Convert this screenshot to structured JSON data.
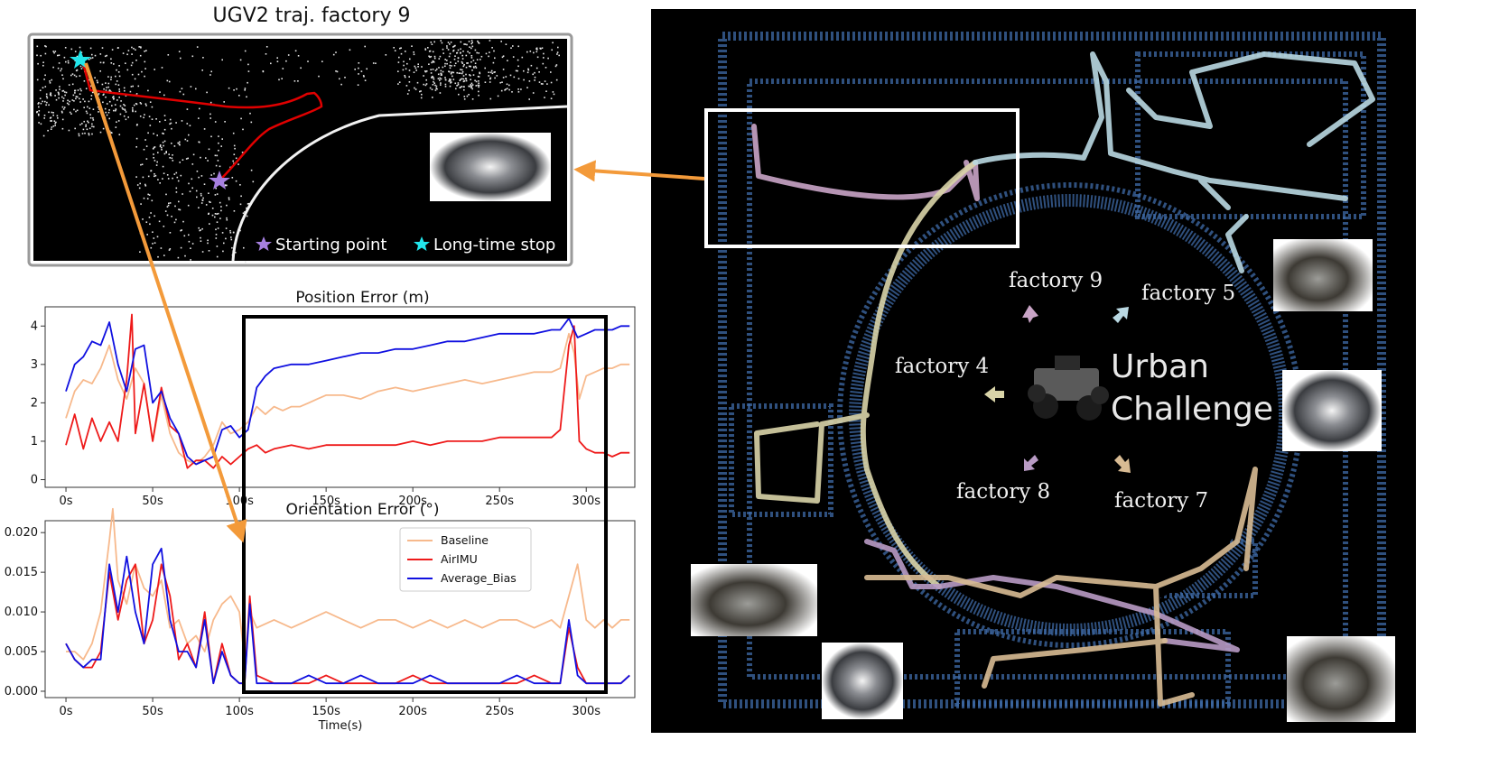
{
  "inset": {
    "title": "UGV2 traj. factory 9",
    "legend": [
      {
        "label": "Starting point",
        "color": "#a67fe0"
      },
      {
        "label": "Long-time stop",
        "color": "#22e6ec"
      }
    ],
    "trajectory_color": "#e00000"
  },
  "map": {
    "labels": [
      "factory 9",
      "factory 5",
      "factory 4",
      "factory 8",
      "factory 7"
    ],
    "center_label": [
      "Urban",
      "Challenge"
    ],
    "colors": {
      "background": "#000000",
      "walls": "#3f6ba8",
      "factory9": "#c9a4c6",
      "factory5": "#b9d8e2",
      "factory4": "#d9d4a8",
      "factory8": "#b89ac4",
      "factory7": "#d8bb93",
      "highlight_box": "#ffffff"
    }
  },
  "arrows_color": "#f39a3a",
  "chart_data": [
    {
      "type": "line",
      "title": "Position Error (m)",
      "xlabel": "",
      "ylabel": "",
      "xlim": [
        -12,
        328
      ],
      "ylim": [
        -0.2,
        4.5
      ],
      "xticks": [
        0,
        50,
        100,
        150,
        200,
        250,
        300
      ],
      "xtick_labels": [
        "0s",
        "50s",
        "100s",
        "150s",
        "200s",
        "250s",
        "300s"
      ],
      "yticks": [
        0,
        1,
        2,
        3,
        4
      ],
      "ytick_labels": [
        "0",
        "1",
        "2",
        "3",
        "4"
      ],
      "highlight_x": [
        103,
        325
      ],
      "series": [
        {
          "name": "Baseline",
          "color": "#f7b98c",
          "x": [
            0,
            5,
            10,
            15,
            20,
            25,
            30,
            35,
            40,
            45,
            50,
            55,
            60,
            65,
            70,
            75,
            80,
            85,
            90,
            95,
            100,
            105,
            110,
            115,
            120,
            125,
            130,
            135,
            140,
            145,
            150,
            160,
            170,
            180,
            190,
            200,
            210,
            220,
            230,
            240,
            250,
            260,
            270,
            280,
            285,
            290,
            293,
            296,
            300,
            305,
            310,
            315,
            320,
            325
          ],
          "y": [
            1.6,
            2.3,
            2.6,
            2.5,
            2.9,
            3.5,
            2.6,
            2.1,
            2.9,
            2.5,
            1.0,
            2.2,
            1.2,
            0.7,
            0.5,
            0.4,
            0.6,
            0.9,
            1.5,
            1.2,
            1.3,
            1.5,
            1.9,
            1.7,
            1.9,
            1.8,
            1.9,
            1.9,
            2.0,
            2.1,
            2.2,
            2.2,
            2.1,
            2.3,
            2.4,
            2.3,
            2.4,
            2.5,
            2.6,
            2.5,
            2.6,
            2.7,
            2.8,
            2.8,
            2.9,
            3.8,
            3.3,
            2.1,
            2.7,
            2.8,
            2.9,
            2.9,
            3.0,
            3.0
          ]
        },
        {
          "name": "AirIMU",
          "color": "#ee1a1a",
          "x": [
            0,
            5,
            10,
            15,
            20,
            25,
            30,
            35,
            38,
            40,
            45,
            50,
            55,
            60,
            65,
            70,
            75,
            80,
            85,
            90,
            95,
            100,
            105,
            110,
            115,
            120,
            130,
            140,
            150,
            160,
            170,
            180,
            190,
            200,
            210,
            220,
            230,
            240,
            250,
            260,
            270,
            280,
            285,
            290,
            293,
            296,
            300,
            305,
            310,
            315,
            320,
            325
          ],
          "y": [
            0.9,
            1.7,
            0.8,
            1.6,
            1.0,
            1.5,
            1.0,
            2.6,
            4.3,
            1.2,
            2.5,
            1.0,
            2.4,
            1.4,
            1.2,
            0.3,
            0.5,
            0.5,
            0.3,
            0.6,
            0.4,
            0.6,
            0.8,
            0.9,
            0.7,
            0.8,
            0.9,
            0.8,
            0.9,
            0.9,
            0.9,
            0.9,
            0.9,
            1.0,
            0.9,
            1.0,
            1.0,
            1.0,
            1.1,
            1.1,
            1.1,
            1.1,
            1.3,
            3.5,
            4.0,
            1.0,
            0.8,
            0.7,
            0.7,
            0.6,
            0.7,
            0.7
          ]
        },
        {
          "name": "Average_Bias",
          "color": "#1010e0",
          "x": [
            0,
            5,
            10,
            15,
            20,
            25,
            30,
            35,
            40,
            45,
            50,
            55,
            60,
            65,
            70,
            75,
            80,
            85,
            90,
            95,
            100,
            105,
            110,
            115,
            120,
            130,
            140,
            150,
            160,
            170,
            180,
            190,
            200,
            210,
            220,
            230,
            240,
            250,
            260,
            270,
            280,
            285,
            290,
            295,
            300,
            305,
            310,
            315,
            320,
            325
          ],
          "y": [
            2.3,
            3.0,
            3.2,
            3.6,
            3.5,
            4.1,
            3.0,
            2.3,
            3.4,
            3.5,
            2.0,
            2.3,
            1.6,
            1.2,
            0.6,
            0.4,
            0.5,
            0.6,
            1.3,
            1.4,
            1.1,
            1.3,
            2.4,
            2.7,
            2.9,
            3.0,
            3.0,
            3.1,
            3.2,
            3.3,
            3.3,
            3.4,
            3.4,
            3.5,
            3.6,
            3.6,
            3.7,
            3.8,
            3.8,
            3.8,
            3.9,
            3.9,
            4.2,
            3.7,
            3.8,
            3.9,
            3.9,
            3.9,
            4.0,
            4.0
          ]
        }
      ]
    },
    {
      "type": "line",
      "title": "Orientation Error (°)",
      "xlabel": "Time(s)",
      "ylabel": "",
      "xlim": [
        -12,
        328
      ],
      "ylim": [
        -0.0008,
        0.0215
      ],
      "xticks": [
        0,
        50,
        100,
        150,
        200,
        250,
        300
      ],
      "xtick_labels": [
        "0s",
        "50s",
        "100s",
        "150s",
        "200s",
        "250s",
        "300s"
      ],
      "yticks": [
        0,
        0.005,
        0.01,
        0.015,
        0.02
      ],
      "ytick_labels": [
        "0.000",
        "0.005",
        "0.010",
        "0.015",
        "0.020"
      ],
      "legend_position": "upper-right",
      "highlight_x": [
        103,
        325
      ],
      "series": [
        {
          "name": "Baseline",
          "color": "#f7b98c",
          "x": [
            0,
            5,
            10,
            15,
            20,
            25,
            27,
            30,
            35,
            40,
            45,
            50,
            55,
            60,
            65,
            70,
            75,
            80,
            85,
            90,
            95,
            100,
            103,
            106,
            110,
            120,
            130,
            140,
            150,
            160,
            170,
            180,
            190,
            200,
            210,
            220,
            230,
            240,
            250,
            260,
            270,
            280,
            285,
            290,
            295,
            300,
            305,
            310,
            315,
            320,
            325
          ],
          "y": [
            0.005,
            0.005,
            0.004,
            0.006,
            0.01,
            0.019,
            0.023,
            0.014,
            0.011,
            0.016,
            0.013,
            0.012,
            0.014,
            0.008,
            0.009,
            0.006,
            0.007,
            0.005,
            0.009,
            0.011,
            0.012,
            0.01,
            0.004,
            0.01,
            0.008,
            0.009,
            0.008,
            0.009,
            0.01,
            0.009,
            0.008,
            0.009,
            0.009,
            0.008,
            0.009,
            0.008,
            0.009,
            0.008,
            0.009,
            0.009,
            0.008,
            0.009,
            0.008,
            0.012,
            0.016,
            0.009,
            0.008,
            0.009,
            0.008,
            0.009,
            0.009
          ]
        },
        {
          "name": "AirIMU",
          "color": "#ee1a1a",
          "x": [
            0,
            5,
            10,
            15,
            20,
            25,
            30,
            35,
            40,
            45,
            50,
            55,
            60,
            65,
            70,
            75,
            80,
            85,
            90,
            95,
            100,
            103,
            106,
            110,
            120,
            130,
            140,
            150,
            160,
            170,
            180,
            190,
            200,
            210,
            220,
            230,
            240,
            250,
            260,
            270,
            280,
            285,
            290,
            295,
            300,
            305,
            310,
            315,
            320,
            325
          ],
          "y": [
            0.006,
            0.004,
            0.003,
            0.003,
            0.005,
            0.015,
            0.009,
            0.014,
            0.016,
            0.006,
            0.009,
            0.016,
            0.012,
            0.004,
            0.006,
            0.003,
            0.01,
            0.001,
            0.006,
            0.002,
            0.001,
            0.001,
            0.012,
            0.002,
            0.001,
            0.001,
            0.001,
            0.002,
            0.001,
            0.001,
            0.001,
            0.001,
            0.002,
            0.001,
            0.001,
            0.001,
            0.001,
            0.001,
            0.001,
            0.002,
            0.001,
            0.001,
            0.008,
            0.003,
            0.001,
            0.001,
            0.001,
            0.001,
            0.001,
            0.002
          ]
        },
        {
          "name": "Average_Bias",
          "color": "#1010e0",
          "x": [
            0,
            5,
            10,
            15,
            20,
            25,
            30,
            35,
            40,
            45,
            50,
            55,
            60,
            65,
            70,
            75,
            80,
            85,
            90,
            95,
            100,
            103,
            106,
            110,
            120,
            130,
            140,
            150,
            160,
            170,
            180,
            190,
            200,
            210,
            220,
            230,
            240,
            250,
            260,
            270,
            280,
            285,
            290,
            295,
            300,
            305,
            310,
            315,
            320,
            325
          ],
          "y": [
            0.006,
            0.004,
            0.003,
            0.004,
            0.004,
            0.016,
            0.01,
            0.017,
            0.01,
            0.006,
            0.016,
            0.018,
            0.009,
            0.005,
            0.005,
            0.003,
            0.009,
            0.001,
            0.005,
            0.002,
            0.001,
            0.001,
            0.011,
            0.001,
            0.001,
            0.001,
            0.002,
            0.001,
            0.001,
            0.002,
            0.001,
            0.001,
            0.001,
            0.002,
            0.001,
            0.001,
            0.001,
            0.001,
            0.002,
            0.001,
            0.001,
            0.001,
            0.009,
            0.002,
            0.001,
            0.001,
            0.001,
            0.001,
            0.001,
            0.002
          ]
        }
      ]
    }
  ]
}
